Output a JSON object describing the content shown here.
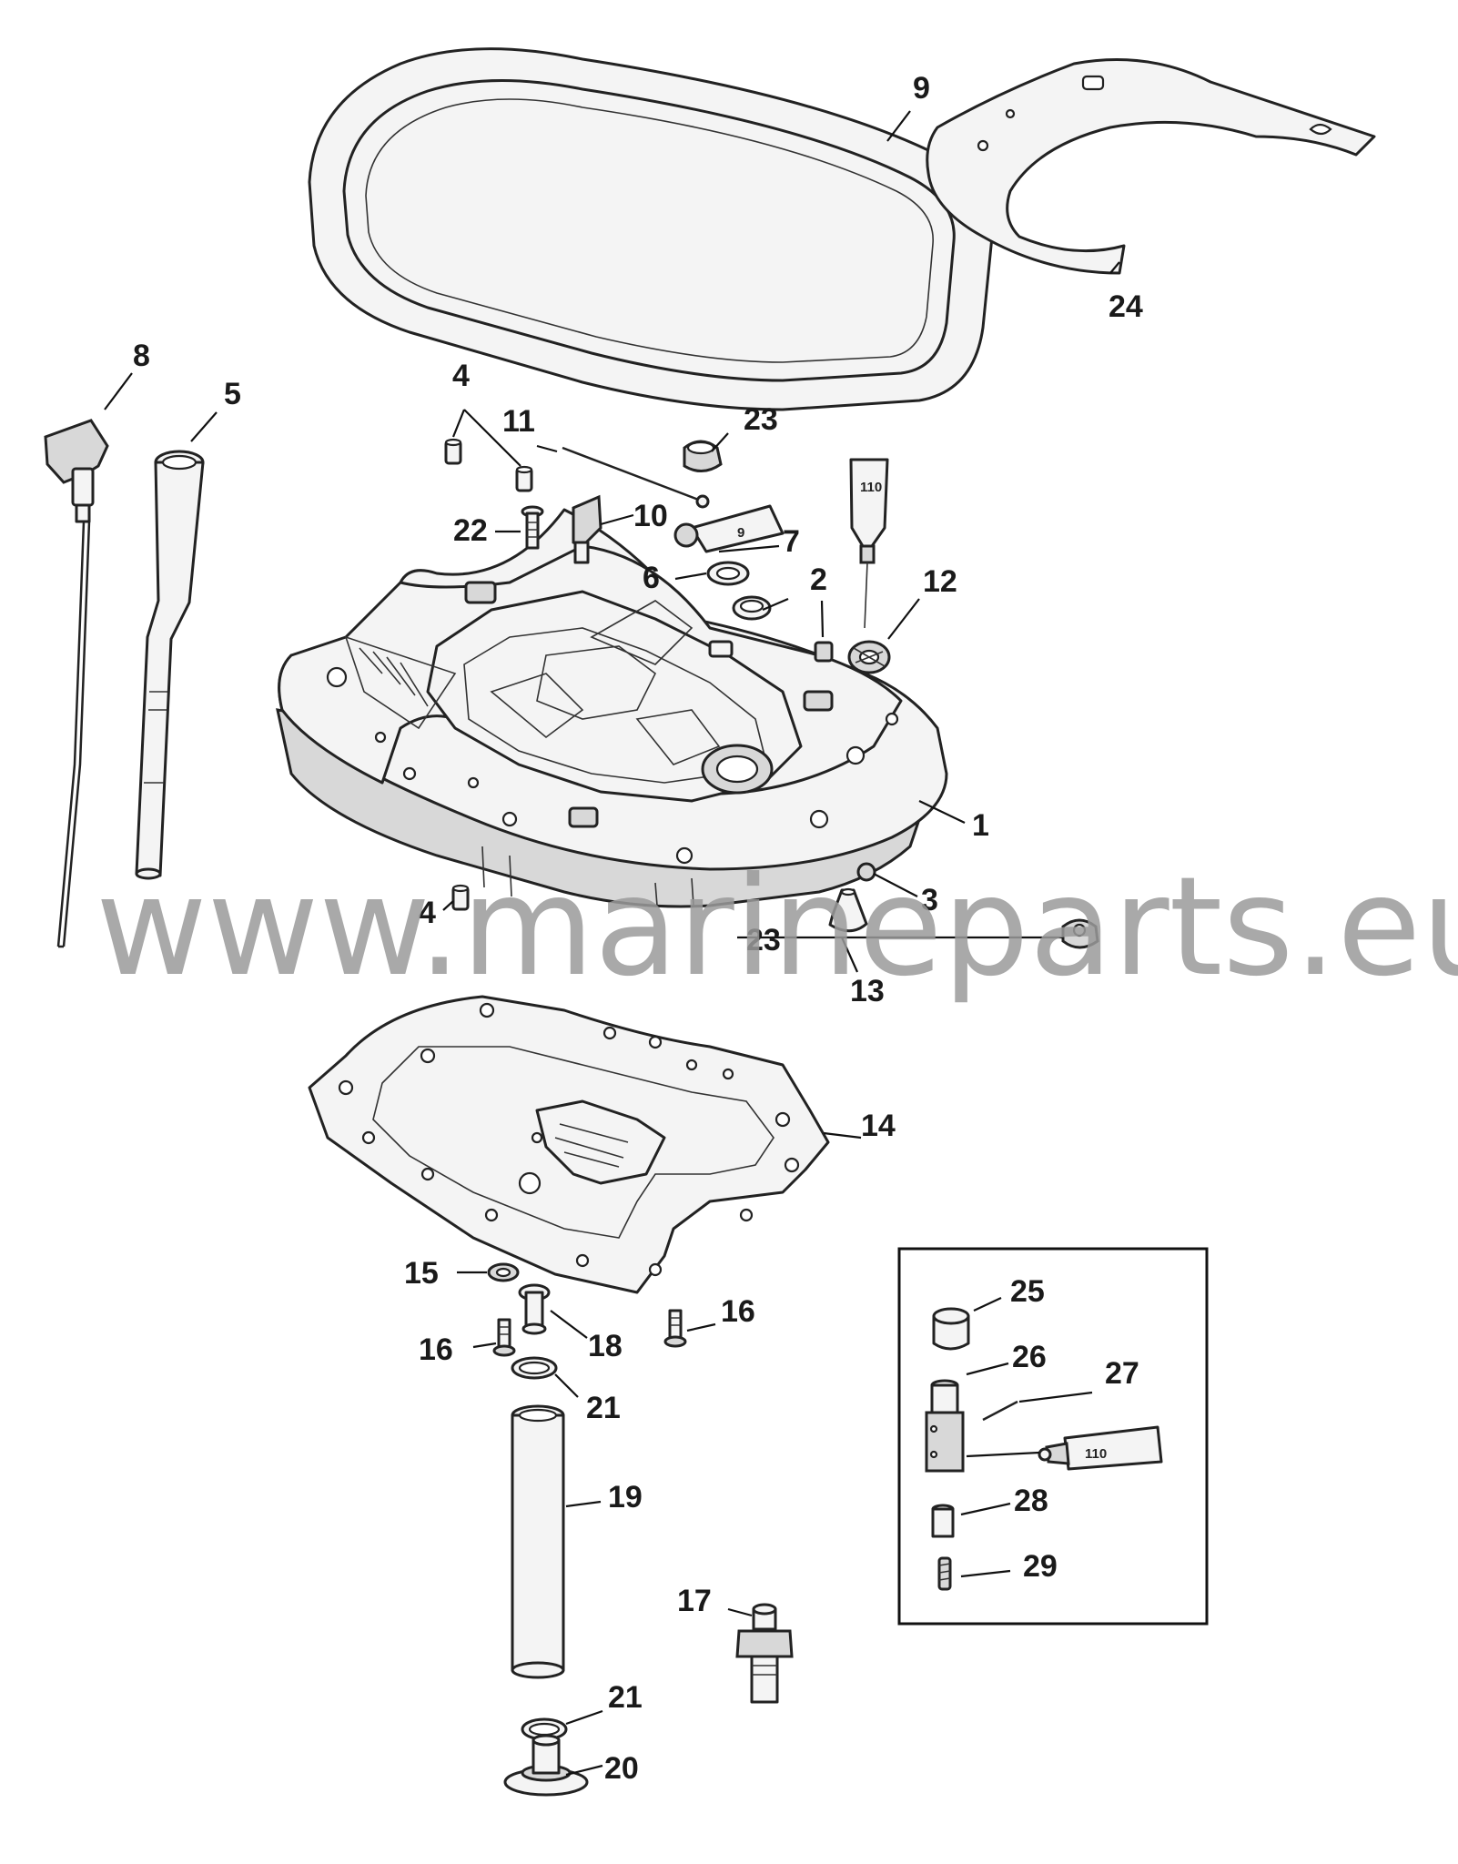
{
  "watermark": "www.marineparts.eu",
  "callouts": {
    "p1": "1",
    "p2": "2",
    "p3": "3",
    "p4a": "4",
    "p4b": "4",
    "p5": "5",
    "p6": "6",
    "p7": "7",
    "p8": "8",
    "p9": "9",
    "p10": "10",
    "p11": "11",
    "p12": "12",
    "p13": "13",
    "p14": "14",
    "p15": "15",
    "p16a": "16",
    "p16b": "16",
    "p17": "17",
    "p18": "18",
    "p19": "19",
    "p20": "20",
    "p21a": "21",
    "p21b": "21",
    "p22": "22",
    "p23a": "23",
    "p23b": "23",
    "p24": "24",
    "p25": "25",
    "p26": "26",
    "p27": "27",
    "p28": "28",
    "p29": "29"
  },
  "tube_labels": {
    "sealant_top": "110",
    "sealant_kit": "110",
    "strip": "9"
  }
}
